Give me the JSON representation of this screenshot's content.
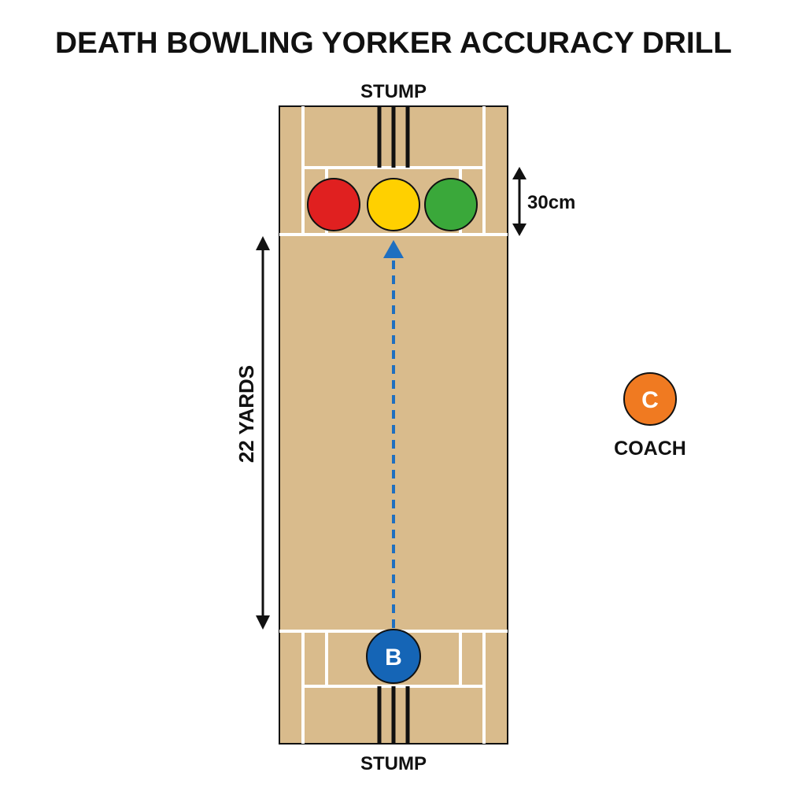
{
  "title": "DEATH BOWLING YORKER ACCURACY DRILL",
  "labels": {
    "stump_top": "STUMP",
    "stump_bottom": "STUMP",
    "target_depth": "30cm",
    "pitch_length": "22 YARDS",
    "coach_name": "COACH"
  },
  "markers": {
    "bowler": {
      "letter": "B",
      "color": "#1565b6"
    },
    "coach": {
      "letter": "C",
      "color": "#f07a21"
    }
  },
  "targets": [
    {
      "name": "red-target",
      "color": "#e02020"
    },
    {
      "name": "yellow-target",
      "color": "#ffd000"
    },
    {
      "name": "green-target",
      "color": "#3aa83a"
    }
  ],
  "colors": {
    "pitch": "#d9bb8c",
    "crease_lines": "#ffffff",
    "outline": "#111111",
    "delivery_path": "#1f6fc0"
  }
}
